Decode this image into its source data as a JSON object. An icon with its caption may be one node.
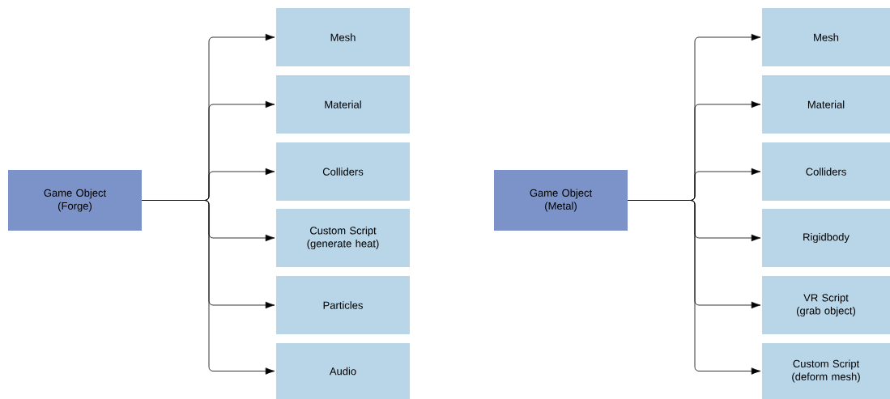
{
  "diagram": {
    "nodes": [
      {
        "text": [
          "Game Object (Forge)"
        ]
      },
      {
        "text": [
          "Mesh"
        ]
      },
      {
        "text": [
          "Material"
        ]
      },
      {
        "text": [
          "Colliders"
        ]
      },
      {
        "text": [
          "Custom Script (generate heat)"
        ]
      },
      {
        "text": [
          "Particles"
        ]
      },
      {
        "text": [
          "Audio"
        ]
      },
      {
        "text": [
          "Game Object (Metal)"
        ]
      },
      {
        "text": [
          "Mesh"
        ]
      },
      {
        "text": [
          "Material"
        ]
      },
      {
        "text": [
          "Colliders"
        ]
      },
      {
        "text": [
          "Rigidbody"
        ]
      },
      {
        "text": [
          "VR Script (grab object)"
        ]
      },
      {
        "text": [
          "Custom Script (deform mesh)"
        ]
      }
    ],
    "edges": [
      {
        "from": 0,
        "to": 1,
        "arrow": "to"
      },
      {
        "from": 0,
        "to": 2,
        "arrow": "to"
      },
      {
        "from": 0,
        "to": 3,
        "arrow": "to"
      },
      {
        "from": 0,
        "to": 4,
        "arrow": "to"
      },
      {
        "from": 0,
        "to": 5,
        "arrow": "to"
      },
      {
        "from": 0,
        "to": 6,
        "arrow": "to"
      },
      {
        "from": 7,
        "to": 8,
        "arrow": "to"
      },
      {
        "from": 7,
        "to": 9,
        "arrow": "to"
      },
      {
        "from": 7,
        "to": 10,
        "arrow": "to"
      },
      {
        "from": 7,
        "to": 11,
        "arrow": "to"
      },
      {
        "from": 7,
        "to": 12,
        "arrow": "to"
      },
      {
        "from": 7,
        "to": 13,
        "arrow": "to"
      }
    ]
  }
}
